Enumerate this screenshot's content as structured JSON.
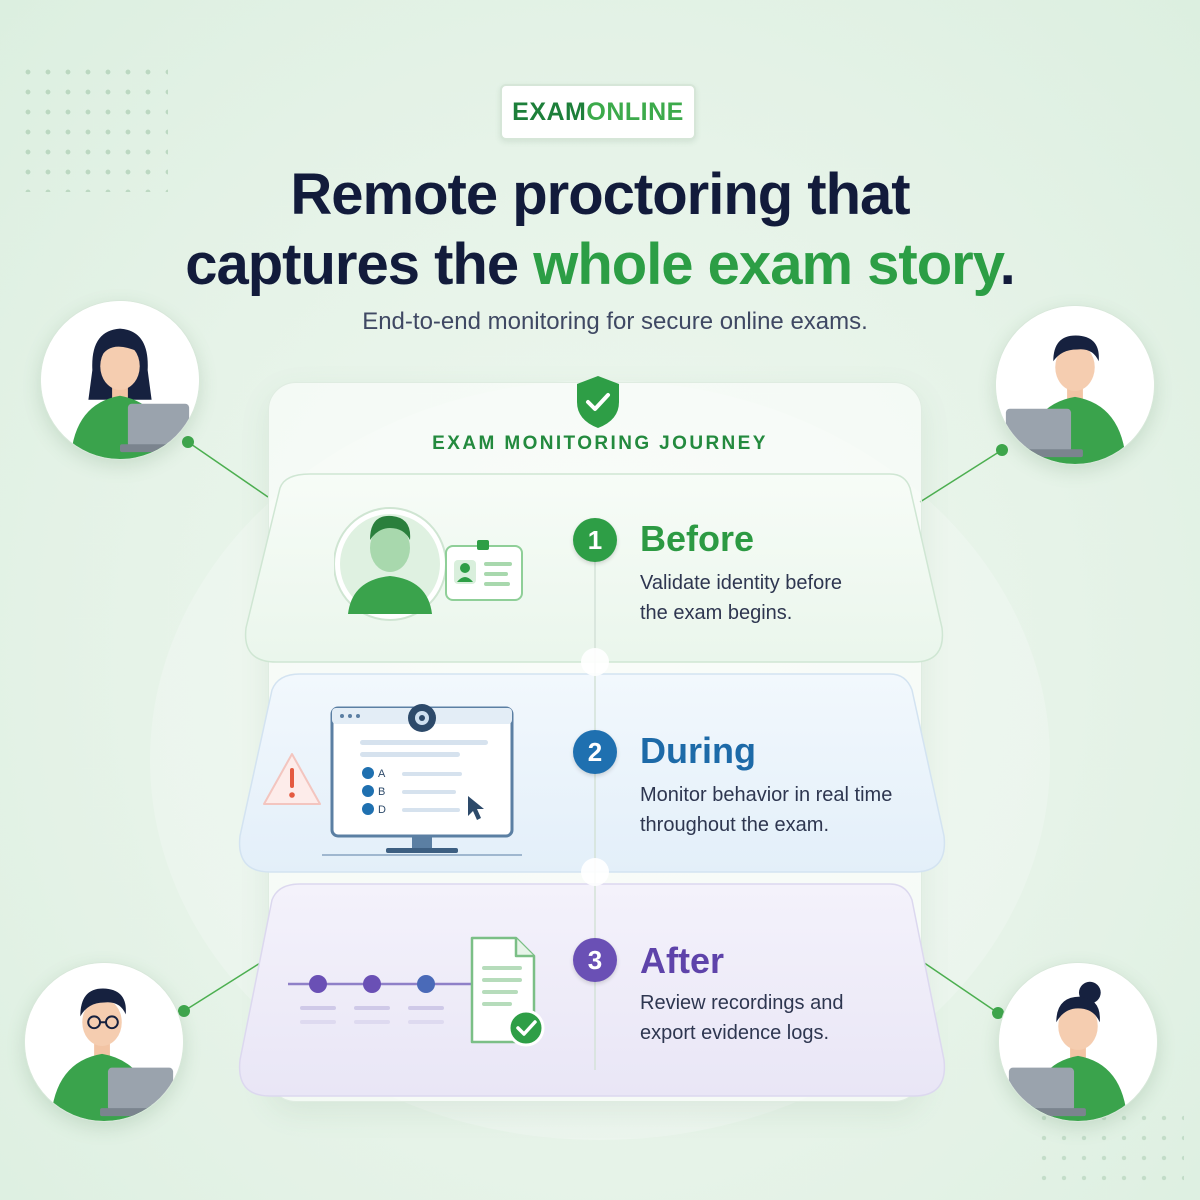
{
  "brand": {
    "exam": "EXAM",
    "online": "ONLINE"
  },
  "headline": {
    "line1": "Remote proctoring that",
    "line2_plain": "captures the ",
    "line2_highlight": "whole exam story",
    "line2_end": "."
  },
  "subtitle": "End-to-end monitoring for secure online exams.",
  "journey": {
    "title": "EXAM MONITORING JOURNEY",
    "steps": [
      {
        "number": "1",
        "title": "Before",
        "line1": "Validate identity before",
        "line2": "the exam begins."
      },
      {
        "number": "2",
        "title": "During",
        "line1": "Monitor behavior in real time",
        "line2": "throughout the exam."
      },
      {
        "number": "3",
        "title": "After",
        "line1": "Review recordings and",
        "line2": "export evidence logs."
      }
    ]
  },
  "quiz_options": [
    "A",
    "B",
    "D"
  ],
  "colors": {
    "green": "#2c9e45",
    "blue": "#1f70b0",
    "purple": "#6a50b5",
    "navy": "#121b3b"
  },
  "icons": [
    "shield-check-icon",
    "id-card-icon",
    "webcam-icon",
    "warning-icon",
    "cursor-icon",
    "document-check-icon",
    "timeline-icon"
  ]
}
